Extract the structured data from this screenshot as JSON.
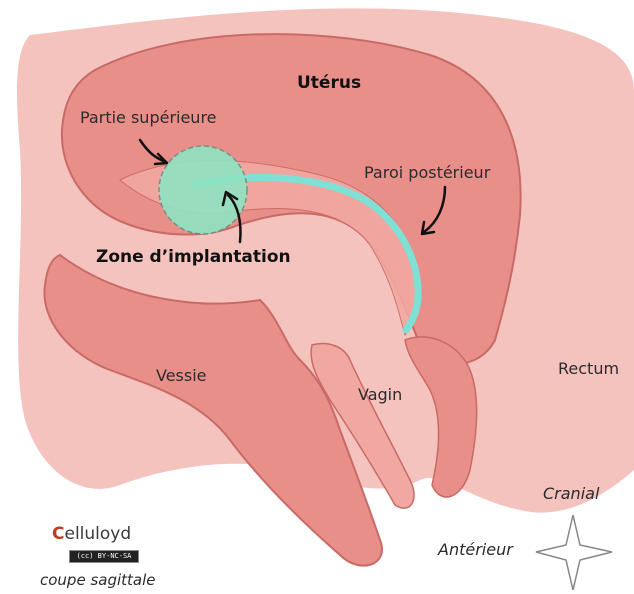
{
  "labels": {
    "uterus": "Utérus",
    "upper_part": "Partie supérieure",
    "posterior_wall": "Paroi postérieur",
    "implantation_zone": "Zone d’implantation",
    "bladder": "Vessie",
    "vagina": "Vagin",
    "rectum": "Rectum"
  },
  "orientation": {
    "cranial": "Cranial",
    "anterior": "Antérieur"
  },
  "caption": "coupe sagittale",
  "brand": {
    "initial": "C",
    "rest": "elluloyd",
    "license": "BY-NC-SA"
  },
  "colors": {
    "background_tissue": "#f3b9b3",
    "uterus_body": "#e88f8a",
    "uterus_outline": "#c96a66",
    "cavity": "#f2a8a2",
    "endometrium_line": "#7fe0d6",
    "implantation_zone": "#8ee4c2",
    "brand_accent": "#c43a1e"
  }
}
